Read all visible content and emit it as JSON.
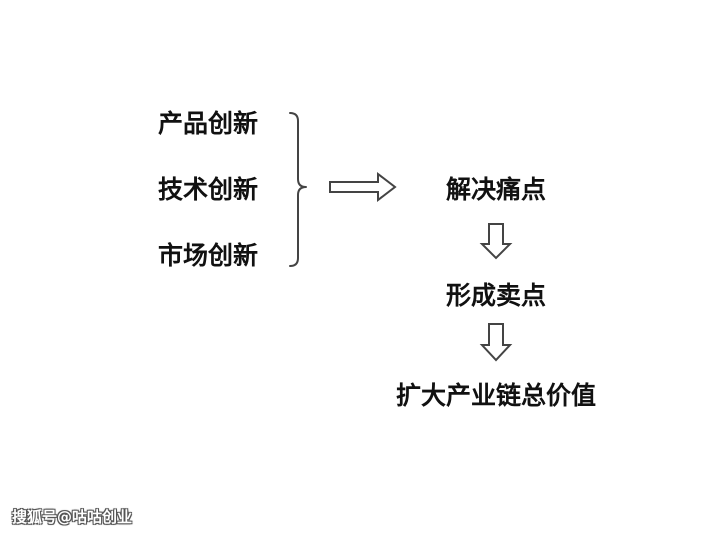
{
  "innovations": [
    "产品创新",
    "技术创新",
    "市场创新"
  ],
  "outcomes": {
    "pain_point": "解决痛点",
    "selling_point": "形成卖点",
    "value_chain": "扩大产业链总价值"
  },
  "watermark": "搜狐号@咕咕创业",
  "colors": {
    "text": "#111111",
    "line": "#444444",
    "background": "#ffffff"
  },
  "icons": {
    "brace": "right-curly-brace-icon",
    "arrow_right": "outline-arrow-right-icon",
    "arrow_down": "outline-arrow-down-icon"
  }
}
